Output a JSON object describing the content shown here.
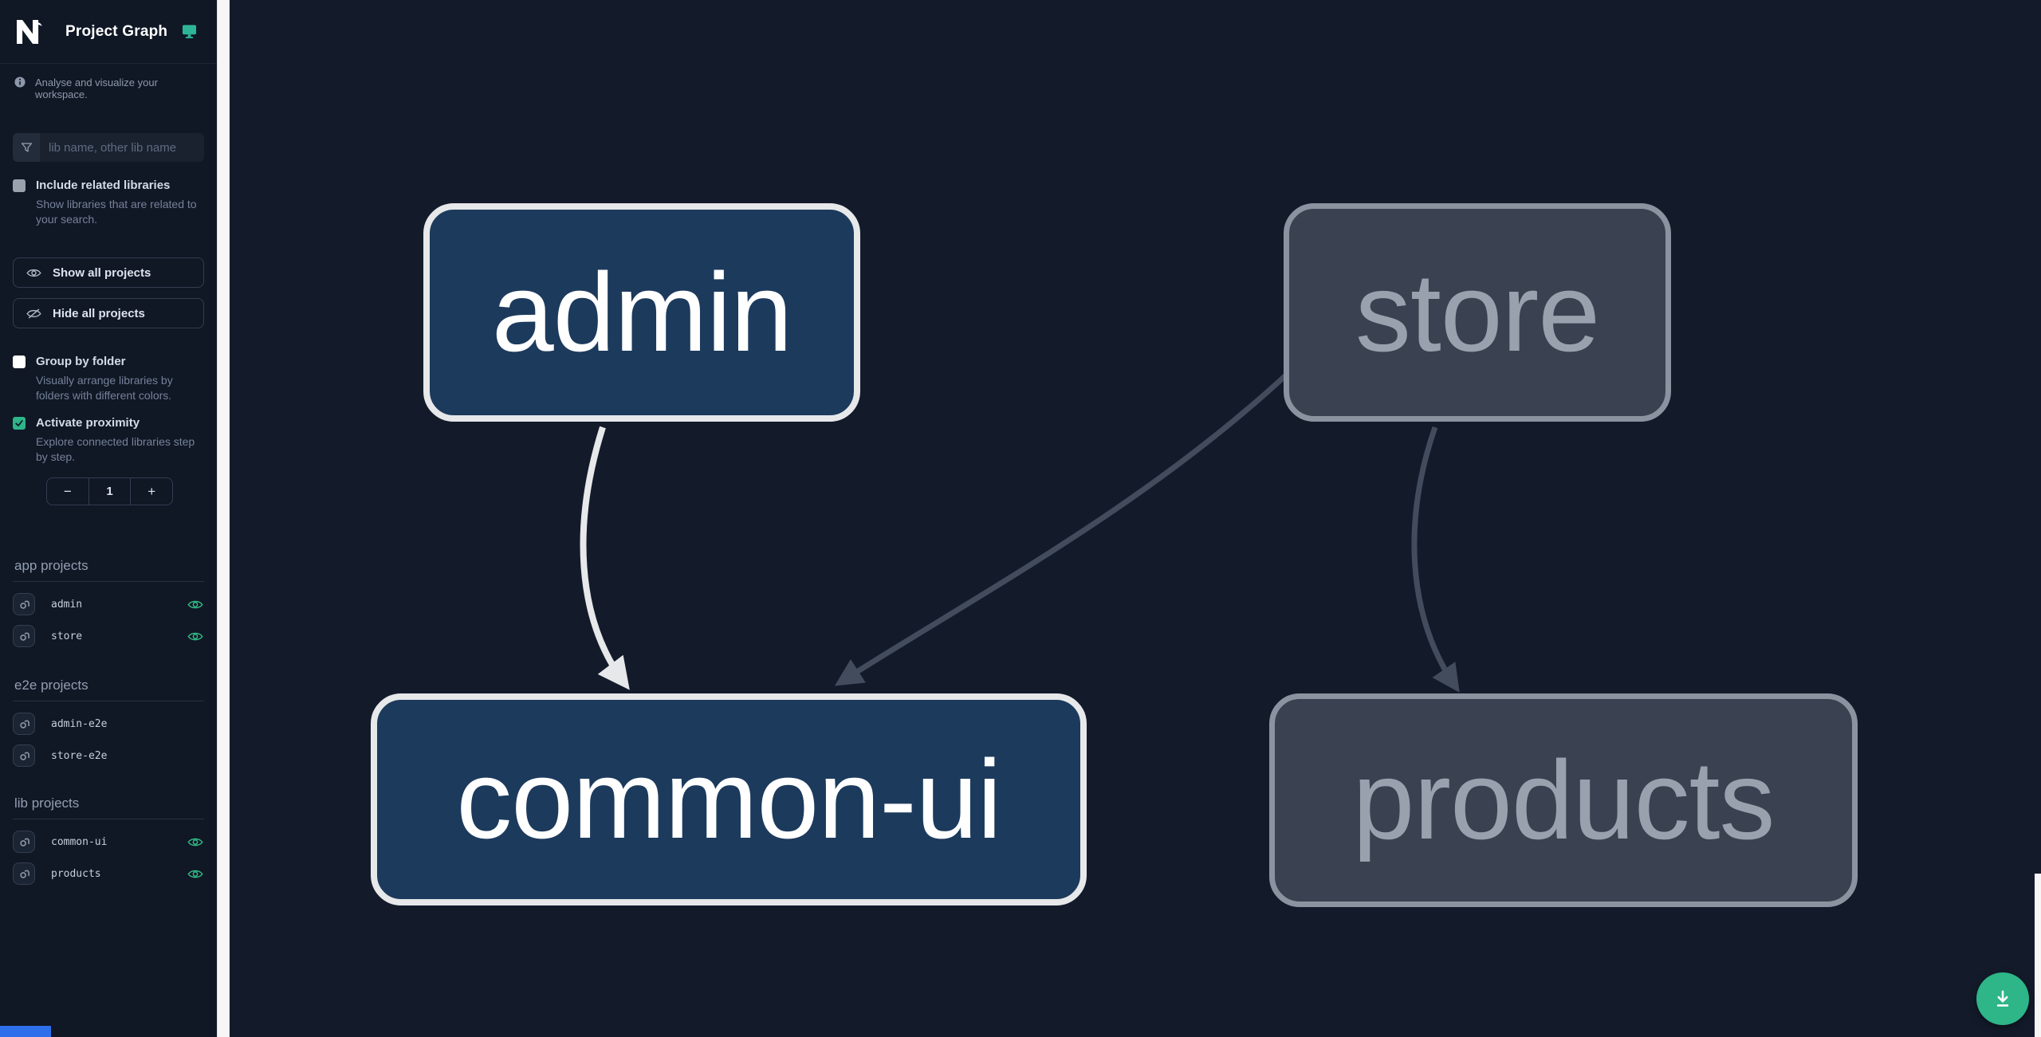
{
  "header": {
    "title": "Project Graph",
    "logo_icon": "nx-logo",
    "display_icon": "monitor-icon"
  },
  "sidebar": {
    "tagline": "Analyse and visualize your workspace.",
    "search": {
      "placeholder": "lib name, other lib name",
      "icon": "filter-icon"
    },
    "include_related": {
      "label": "Include related libraries",
      "description": "Show libraries that are related to your search.",
      "checked": false
    },
    "buttons": {
      "show_all": "Show all projects",
      "show_all_icon": "eye-icon",
      "hide_all": "Hide all projects",
      "hide_all_icon": "eye-off-icon"
    },
    "group_by_folder": {
      "label": "Group by folder",
      "description": "Visually arrange libraries by folders with different colors.",
      "checked": false
    },
    "activate_proximity": {
      "label": "Activate proximity",
      "description": "Explore connected libraries step by step.",
      "checked": true
    },
    "stepper": {
      "decrement": "−",
      "value": "1",
      "increment": "+"
    },
    "sections": [
      {
        "title": "app projects",
        "items": [
          {
            "name": "admin",
            "visible": true
          },
          {
            "name": "store",
            "visible": true
          }
        ]
      },
      {
        "title": "e2e projects",
        "items": [
          {
            "name": "admin-e2e",
            "visible": false
          },
          {
            "name": "store-e2e",
            "visible": false
          }
        ]
      },
      {
        "title": "lib projects",
        "items": [
          {
            "name": "common-ui",
            "visible": true
          },
          {
            "name": "products",
            "visible": true
          }
        ]
      }
    ]
  },
  "graph": {
    "nodes": [
      {
        "id": "admin",
        "label": "admin",
        "state": "focused"
      },
      {
        "id": "store",
        "label": "store",
        "state": "dimmed"
      },
      {
        "id": "common-ui",
        "label": "common-ui",
        "state": "focused"
      },
      {
        "id": "products",
        "label": "products",
        "state": "dimmed"
      }
    ],
    "edges": [
      {
        "from": "admin",
        "to": "common-ui",
        "state": "highlighted"
      },
      {
        "from": "store",
        "to": "common-ui",
        "state": "dimmed"
      },
      {
        "from": "store",
        "to": "products",
        "state": "dimmed"
      }
    ]
  },
  "fab": {
    "icon": "download-icon"
  },
  "colors": {
    "accent_teal": "#2eb588",
    "eye_green": "#34b983",
    "node_focused_bg": "#1c3a5c",
    "node_focused_border": "#e7e8ea",
    "node_dimmed_bg": "#3a4150",
    "node_dimmed_border": "#8c93a0",
    "edge_highlighted": "#e7e8ea",
    "edge_dimmed": "#424c5d",
    "canvas_bg": "#131b2b",
    "sidebar_bg": "#101725",
    "status_blue": "#2f6feb"
  }
}
